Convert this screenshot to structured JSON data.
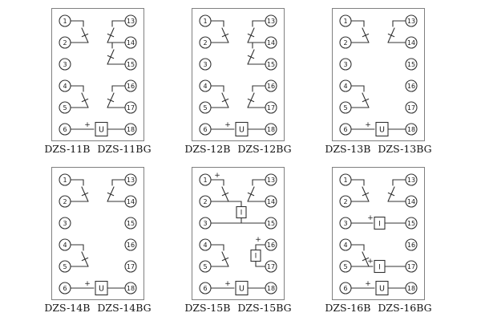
{
  "panels": [
    {
      "label_a": "DZS-11B",
      "label_b": "DZS-11BG",
      "left_terminals": [
        "1",
        "2",
        "3",
        "4",
        "5",
        "6"
      ],
      "right_terminals": [
        "13",
        "14",
        "15",
        "16",
        "17",
        "18"
      ],
      "elements": [
        {
          "type": "contact",
          "side": "left",
          "rows": [
            1,
            2
          ],
          "tick": true
        },
        {
          "type": "contact",
          "side": "right",
          "rows": [
            1,
            2
          ],
          "tick": true
        },
        {
          "type": "contact",
          "side": "right",
          "rows": [
            2,
            3
          ],
          "tick": true
        },
        {
          "type": "contact",
          "side": "left",
          "rows": [
            4,
            5
          ],
          "tick": true
        },
        {
          "type": "contact",
          "side": "right",
          "rows": [
            4,
            5
          ],
          "tick": true
        },
        {
          "type": "coil",
          "row": 6,
          "label": "U",
          "plus": "+"
        }
      ]
    },
    {
      "label_a": "DZS-12B",
      "label_b": "DZS-12BG",
      "left_terminals": [
        "1",
        "2",
        "3",
        "4",
        "5",
        "6"
      ],
      "right_terminals": [
        "13",
        "14",
        "15",
        "16",
        "17",
        "18"
      ],
      "elements": [
        {
          "type": "contact",
          "side": "left",
          "rows": [
            1,
            2
          ],
          "tick": true
        },
        {
          "type": "contact",
          "side": "right",
          "rows": [
            1,
            2
          ],
          "tick": true
        },
        {
          "type": "contact",
          "side": "right",
          "rows": [
            2,
            3
          ],
          "tick": true
        },
        {
          "type": "contact",
          "side": "left",
          "rows": [
            4,
            5
          ],
          "tick": true
        },
        {
          "type": "contact",
          "side": "right",
          "rows": [
            4,
            5
          ],
          "tick": true
        },
        {
          "type": "coil",
          "row": 6,
          "label": "U",
          "plus": "+"
        }
      ]
    },
    {
      "label_a": "DZS-13B",
      "label_b": "DZS-13BG",
      "left_terminals": [
        "1",
        "2",
        "3",
        "4",
        "5",
        "6"
      ],
      "right_terminals": [
        "13",
        "14",
        "15",
        "16",
        "17",
        "18"
      ],
      "elements": [
        {
          "type": "contact",
          "side": "left",
          "rows": [
            1,
            2
          ],
          "tick": true
        },
        {
          "type": "contact",
          "side": "right",
          "rows": [
            1,
            2
          ],
          "tick": true
        },
        {
          "type": "contact",
          "side": "left",
          "rows": [
            4,
            5
          ],
          "tick": true
        },
        {
          "type": "coil",
          "row": 6,
          "label": "U",
          "plus": "+"
        }
      ]
    },
    {
      "label_a": "DZS-14B",
      "label_b": "DZS-14BG",
      "left_terminals": [
        "1",
        "2",
        "3",
        "4",
        "5",
        "6"
      ],
      "right_terminals": [
        "13",
        "14",
        "15",
        "16",
        "17",
        "18"
      ],
      "elements": [
        {
          "type": "contact",
          "side": "left",
          "rows": [
            1,
            2
          ],
          "tick": true
        },
        {
          "type": "contact",
          "side": "right",
          "rows": [
            1,
            2
          ],
          "tick": true
        },
        {
          "type": "contact",
          "side": "left",
          "rows": [
            4,
            5
          ],
          "tick": true
        },
        {
          "type": "coil",
          "row": 6,
          "label": "U",
          "plus": "+"
        }
      ]
    },
    {
      "label_a": "DZS-15B",
      "label_b": "DZS-15BG",
      "left_terminals": [
        "1",
        "2",
        "3",
        "4",
        "5",
        "6"
      ],
      "right_terminals": [
        "13",
        "14",
        "15",
        "16",
        "17",
        "18"
      ],
      "elements": [
        {
          "type": "plus",
          "row": 1,
          "x": 31,
          "glyph": "+"
        },
        {
          "type": "contact",
          "side": "left",
          "rows": [
            1,
            2
          ],
          "tick": true
        },
        {
          "type": "contact",
          "side": "right",
          "rows": [
            1,
            2
          ],
          "tick": true
        },
        {
          "type": "vbox_mid",
          "rows": [
            2,
            3
          ],
          "label": "I"
        },
        {
          "type": "hwire",
          "row": 3
        },
        {
          "type": "contact",
          "side": "left",
          "rows": [
            4,
            5
          ],
          "tick": true
        },
        {
          "type": "vbox_right",
          "rows": [
            4,
            5
          ],
          "label": "I",
          "plus": "+"
        },
        {
          "type": "coil",
          "row": 6,
          "label": "U",
          "plus": "+"
        }
      ]
    },
    {
      "label_a": "DZS-16B",
      "label_b": "DZS-16BG",
      "left_terminals": [
        "1",
        "2",
        "3",
        "4",
        "5",
        "6"
      ],
      "right_terminals": [
        "13",
        "14",
        "15",
        "16",
        "17",
        "18"
      ],
      "elements": [
        {
          "type": "contact",
          "side": "left",
          "rows": [
            1,
            2
          ],
          "tick": true
        },
        {
          "type": "contact",
          "side": "right",
          "rows": [
            1,
            2
          ],
          "tick": true
        },
        {
          "type": "inline_box",
          "row": 3,
          "label": "I",
          "plus": "+"
        },
        {
          "type": "contact",
          "side": "left",
          "rows": [
            4,
            5
          ],
          "tick": true
        },
        {
          "type": "inline_box",
          "row": 5,
          "label": "I",
          "plus": "+"
        },
        {
          "type": "coil",
          "row": 6,
          "label": "U",
          "plus": "+"
        }
      ]
    }
  ]
}
